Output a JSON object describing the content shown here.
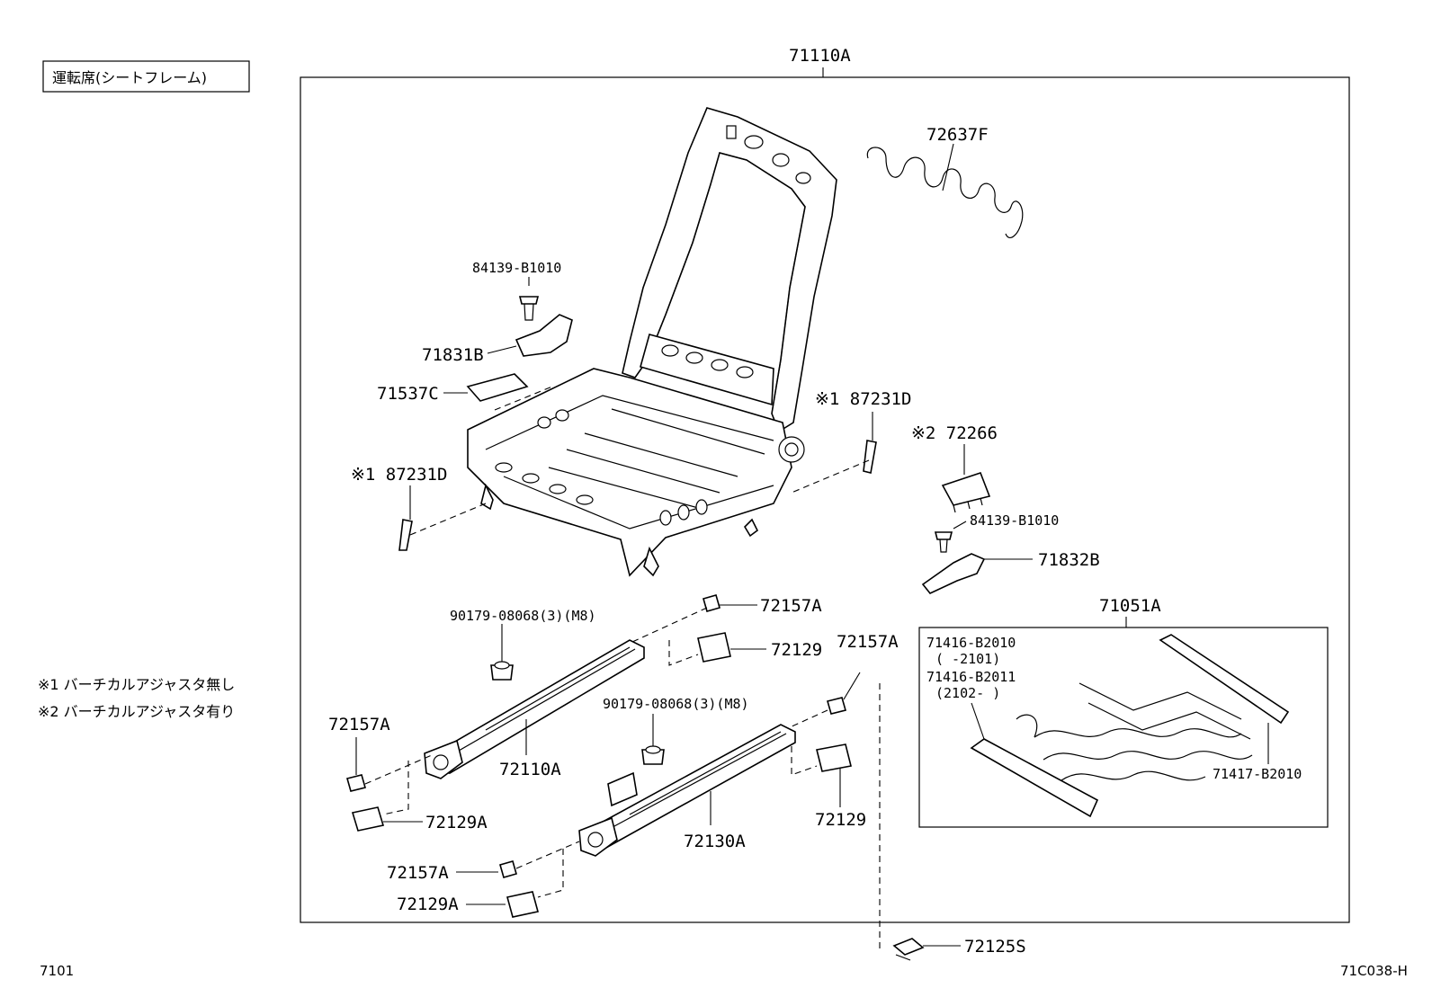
{
  "title_box": "運転席(シートフレーム)",
  "page_code": "7101",
  "figure_code": "71C038-H",
  "notes": [
    "※1 バーチカルアジャスタ無し",
    "※2 バーチカルアジャスタ有り"
  ],
  "subassembly_box": {
    "label": "71051A",
    "items": [
      "71416-B2010",
      "(      -2101)",
      "71416-B2011",
      "(2102-      )",
      "71417-B2010"
    ]
  },
  "parts": {
    "p71110A": "71110A",
    "p72637F": "72637F",
    "p84139_top": "84139-B1010",
    "p71831B": "71831B",
    "p71537C": "71537C",
    "p87231D_left": "※1 87231D",
    "p87231D_right": "※1 87231D",
    "p72266": "※2 72266",
    "p84139_right": "84139-B1010",
    "p71832B": "71832B",
    "p72157A_top": "72157A",
    "p90179_left": "90179-08068(3)(M8)",
    "p72129_top": "72129",
    "p72157A_mid": "72157A",
    "p72157A_left": "72157A",
    "p72110A": "72110A",
    "p90179_right": "90179-08068(3)(M8)",
    "p72129A_upper": "72129A",
    "p72130A": "72130A",
    "p72129_right": "72129",
    "p72157A_bottom": "72157A",
    "p72129A_lower": "72129A",
    "p72125S": "72125S"
  }
}
